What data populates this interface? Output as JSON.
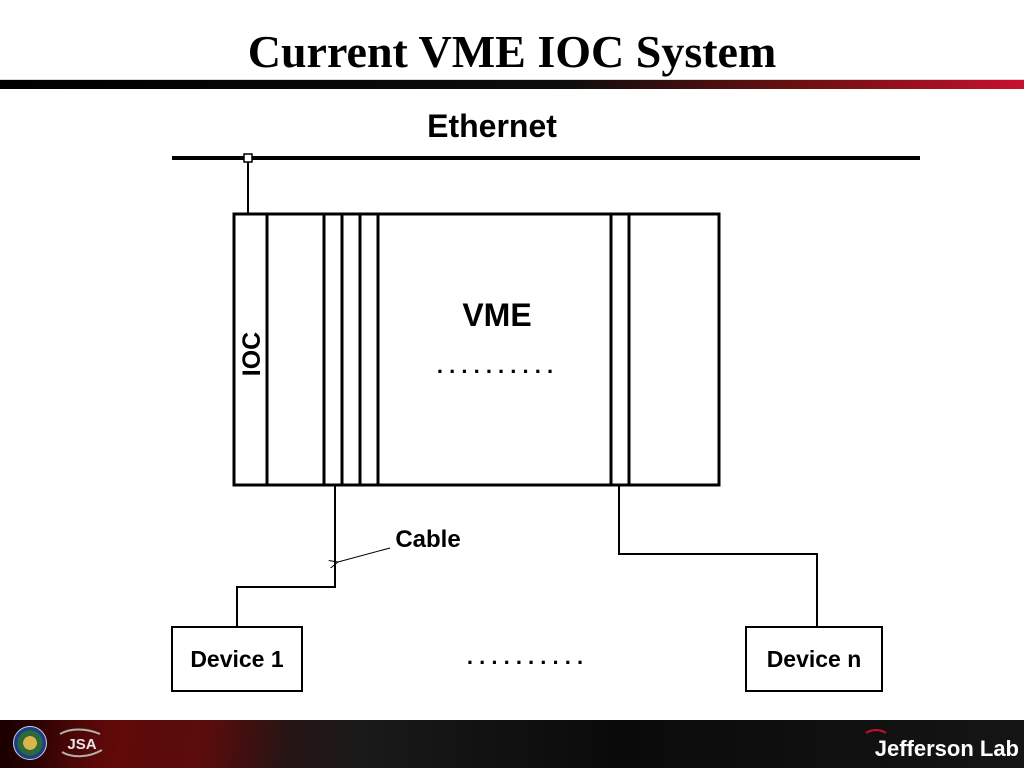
{
  "slide": {
    "title": "Current VME IOC System"
  },
  "diagram": {
    "network_label": "Ethernet",
    "crate_label": "VME",
    "crate_ellipsis": ". . . . . . . . . .",
    "ioc_label": "IOC",
    "cable_label": "Cable",
    "devices": [
      "Device 1",
      "Device n"
    ],
    "device_ellipsis": ". . . . . . . . . ."
  },
  "footer": {
    "logos": [
      "doe-seal-icon",
      "jsa-logo-icon",
      "jefferson-lab-logo-icon"
    ],
    "brand": "Jefferson Lab",
    "jsa_text": "JSA"
  },
  "colors": {
    "title_bar_dark": "#000000",
    "title_bar_accent": "#c8102e",
    "footer_background": "#141414",
    "footer_accent": "#6a0a0a"
  }
}
